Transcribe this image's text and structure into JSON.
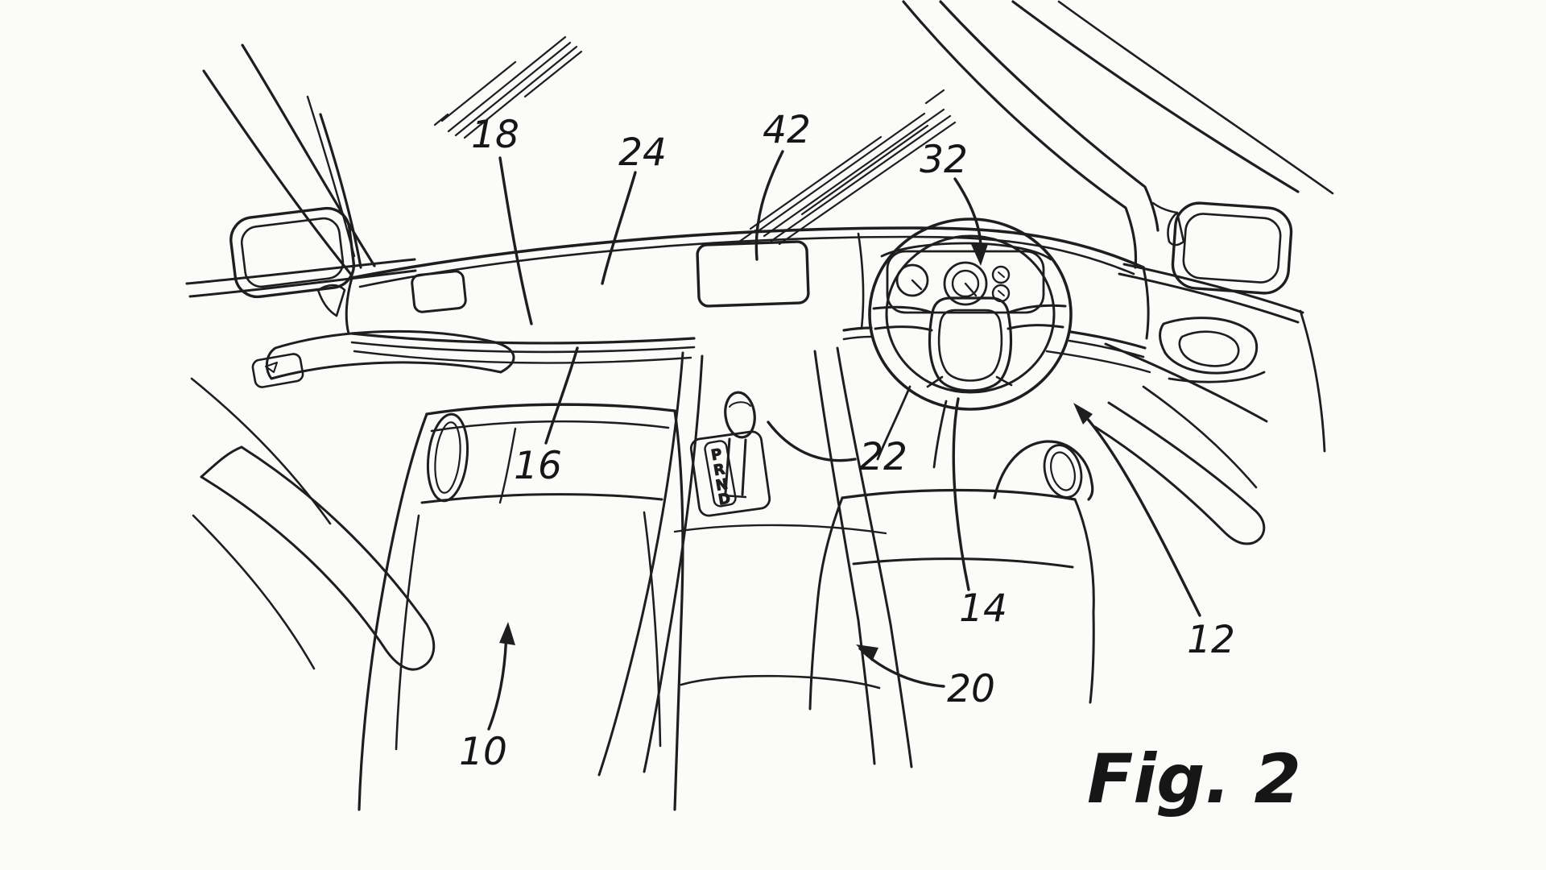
{
  "figure": {
    "label": "Fig. 2"
  },
  "labels": [
    {
      "id": "18",
      "text": "18"
    },
    {
      "id": "24",
      "text": "24"
    },
    {
      "id": "42",
      "text": "42"
    },
    {
      "id": "32",
      "text": "32"
    },
    {
      "id": "16",
      "text": "16"
    },
    {
      "id": "22",
      "text": "22"
    },
    {
      "id": "14",
      "text": "14"
    },
    {
      "id": "12",
      "text": "12"
    },
    {
      "id": "20",
      "text": "20"
    },
    {
      "id": "10",
      "text": "10"
    }
  ],
  "shifter": {
    "letters": [
      "P",
      "R",
      "N",
      "D"
    ]
  },
  "colors": {
    "ink": "#1e1e1e",
    "paper": "#fbfbfa"
  }
}
